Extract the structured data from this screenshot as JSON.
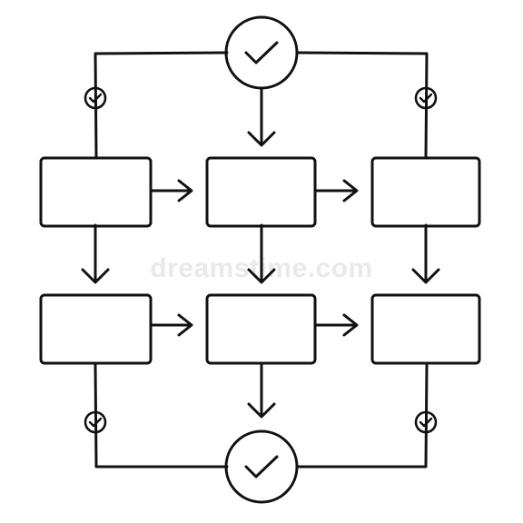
{
  "diagram": {
    "style": "hand-drawn black outline flowchart",
    "colors": {
      "ink": "#111111",
      "background": "#ffffff",
      "box_fill": "#ffffff",
      "watermark": "#e6e6e6"
    },
    "watermark_text": "dreamstime.com",
    "nodes": [
      {
        "id": "start",
        "shape": "circle",
        "icon": "checkmark-icon"
      },
      {
        "id": "box-r1-c1",
        "shape": "rectangle",
        "label": ""
      },
      {
        "id": "box-r1-c2",
        "shape": "rectangle",
        "label": ""
      },
      {
        "id": "box-r1-c3",
        "shape": "rectangle",
        "label": ""
      },
      {
        "id": "box-r2-c1",
        "shape": "rectangle",
        "label": ""
      },
      {
        "id": "box-r2-c2",
        "shape": "rectangle",
        "label": ""
      },
      {
        "id": "box-r2-c3",
        "shape": "rectangle",
        "label": ""
      },
      {
        "id": "end",
        "shape": "circle",
        "icon": "checkmark-icon"
      }
    ],
    "edges": [
      {
        "from": "start",
        "to": "box-r1-c1",
        "arrow": false,
        "check_marker": true
      },
      {
        "from": "start",
        "to": "box-r1-c2",
        "arrow": true,
        "check_marker": false
      },
      {
        "from": "start",
        "to": "box-r1-c3",
        "arrow": false,
        "check_marker": true
      },
      {
        "from": "box-r1-c1",
        "to": "box-r1-c2",
        "arrow": true,
        "check_marker": false
      },
      {
        "from": "box-r1-c2",
        "to": "box-r1-c3",
        "arrow": true,
        "check_marker": false
      },
      {
        "from": "box-r1-c1",
        "to": "box-r2-c1",
        "arrow": true,
        "check_marker": false
      },
      {
        "from": "box-r1-c2",
        "to": "box-r2-c2",
        "arrow": true,
        "check_marker": false
      },
      {
        "from": "box-r1-c3",
        "to": "box-r2-c3",
        "arrow": true,
        "check_marker": false
      },
      {
        "from": "box-r2-c1",
        "to": "box-r2-c2",
        "arrow": true,
        "check_marker": false
      },
      {
        "from": "box-r2-c2",
        "to": "box-r2-c3",
        "arrow": true,
        "check_marker": false
      },
      {
        "from": "box-r2-c1",
        "to": "end",
        "arrow": false,
        "check_marker": true
      },
      {
        "from": "box-r2-c2",
        "to": "end",
        "arrow": true,
        "check_marker": false
      },
      {
        "from": "box-r2-c3",
        "to": "end",
        "arrow": false,
        "check_marker": true
      }
    ]
  }
}
